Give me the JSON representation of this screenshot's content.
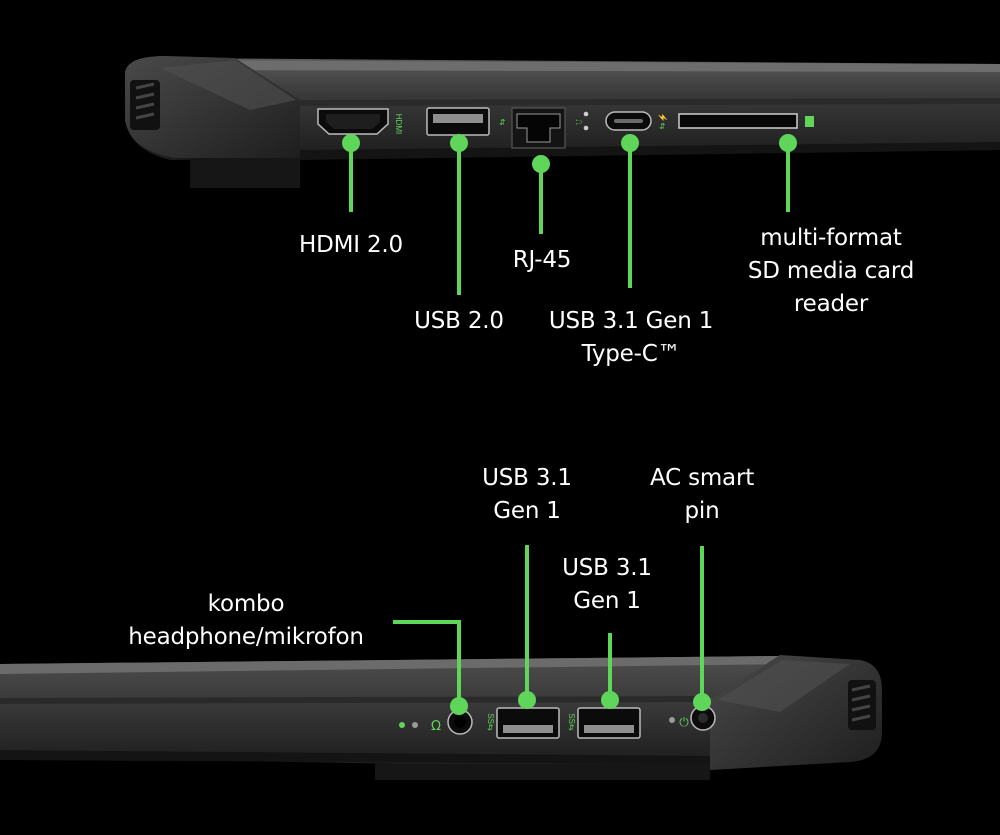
{
  "accent_color": "#5fd65a",
  "top_side": {
    "labels": {
      "hdmi": "HDMI 2.0",
      "usb2": "USB 2.0",
      "rj45": "RJ-45",
      "usbc_l1": "USB 3.1 Gen 1",
      "usbc_l2": "Type-C™",
      "sd_l1": "multi-format",
      "sd_l2": "SD media card",
      "sd_l3": "reader"
    }
  },
  "bottom_side": {
    "labels": {
      "audio_l1": "kombo",
      "audio_l2": "headphone/mikrofon",
      "usb31a_l1": "USB 3.1",
      "usb31a_l2": "Gen 1",
      "usb31b_l1": "USB 3.1",
      "usb31b_l2": "Gen 1",
      "ac_l1": "AC smart",
      "ac_l2": "pin"
    }
  },
  "icons": [
    "hdmi-icon",
    "usb-icon",
    "ethernet-icon",
    "usb-c-icon",
    "sd-card-icon",
    "headphone-icon",
    "power-plug-icon"
  ]
}
